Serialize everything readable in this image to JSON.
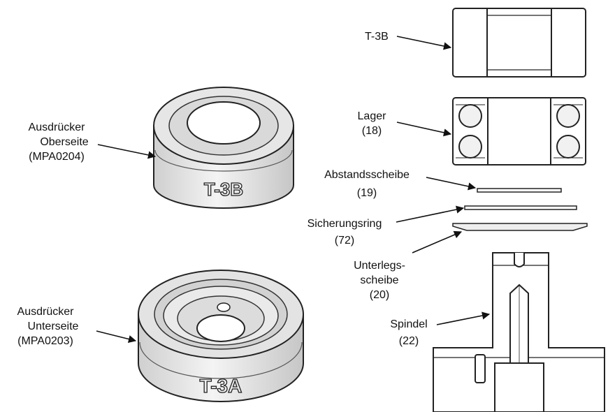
{
  "labels": {
    "oben": {
      "line1": "Ausdrücker",
      "line2": "Oberseite",
      "line3": "(MPA0204)"
    },
    "unten": {
      "line1": "Ausdrücker",
      "line2": "Unterseite",
      "line3": "(MPA0203)"
    },
    "t3b": "T-3B",
    "lager": {
      "line1": "Lager",
      "line2": "(18)"
    },
    "abstand": {
      "line1": "Abstandsscheibe",
      "line2": "(19)"
    },
    "sicherung": {
      "line1": "Sicherungsring",
      "line2": "(72)"
    },
    "unterleg": {
      "line1": "Unterlegs-",
      "line2": "scheibe",
      "line3": "(20)"
    },
    "spindel": {
      "line1": "Spindel",
      "line2": "(22)"
    }
  },
  "engravings": {
    "top_part": "T-3B",
    "bottom_part": "T-3A"
  }
}
